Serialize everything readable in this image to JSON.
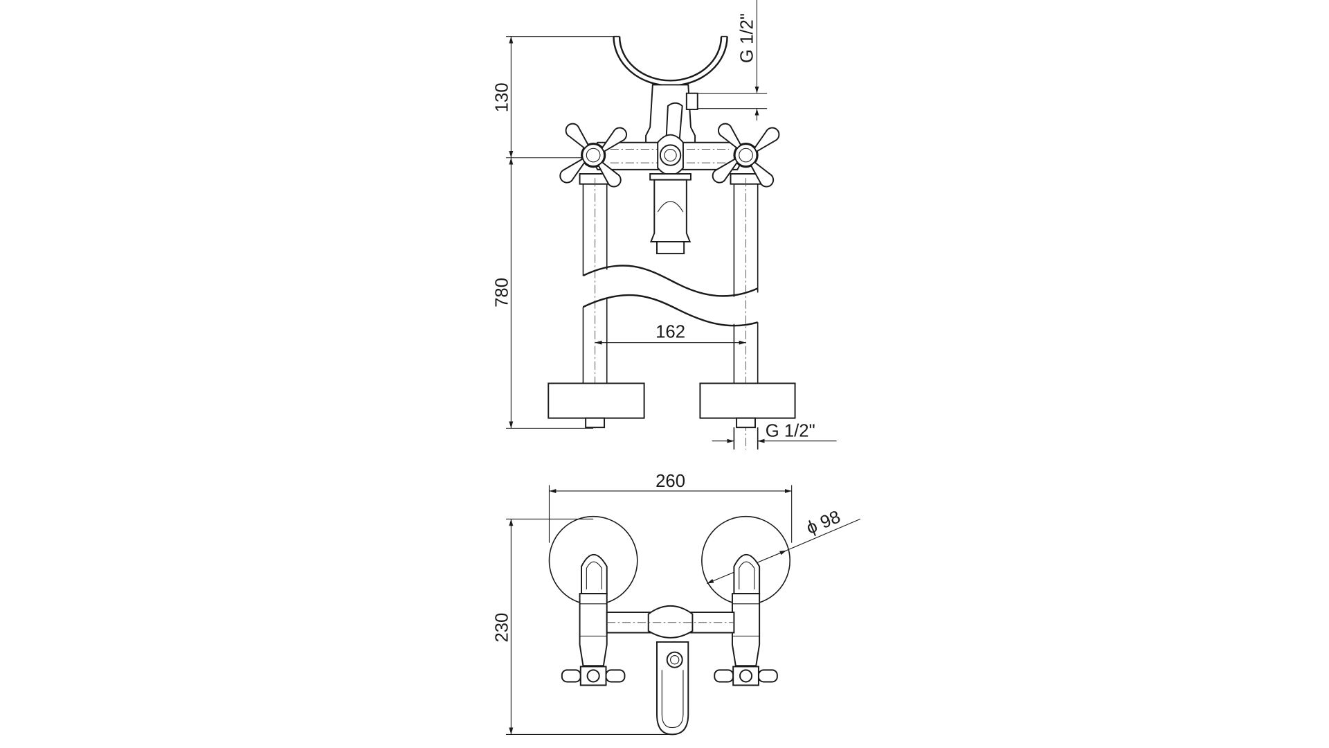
{
  "drawing": {
    "front_view": {
      "dim_spout_holder_height": "130",
      "dim_overall_height": "780",
      "dim_outlet_thread": "G 1/2\"",
      "dim_leg_spacing": "162",
      "dim_inlet_thread": "G 1/2\""
    },
    "top_view": {
      "dim_width": "260",
      "dim_flange_diameter": "ϕ 98",
      "dim_depth": "230"
    },
    "colors": {
      "line": "#1a1a1a",
      "background": "#ffffff"
    }
  }
}
